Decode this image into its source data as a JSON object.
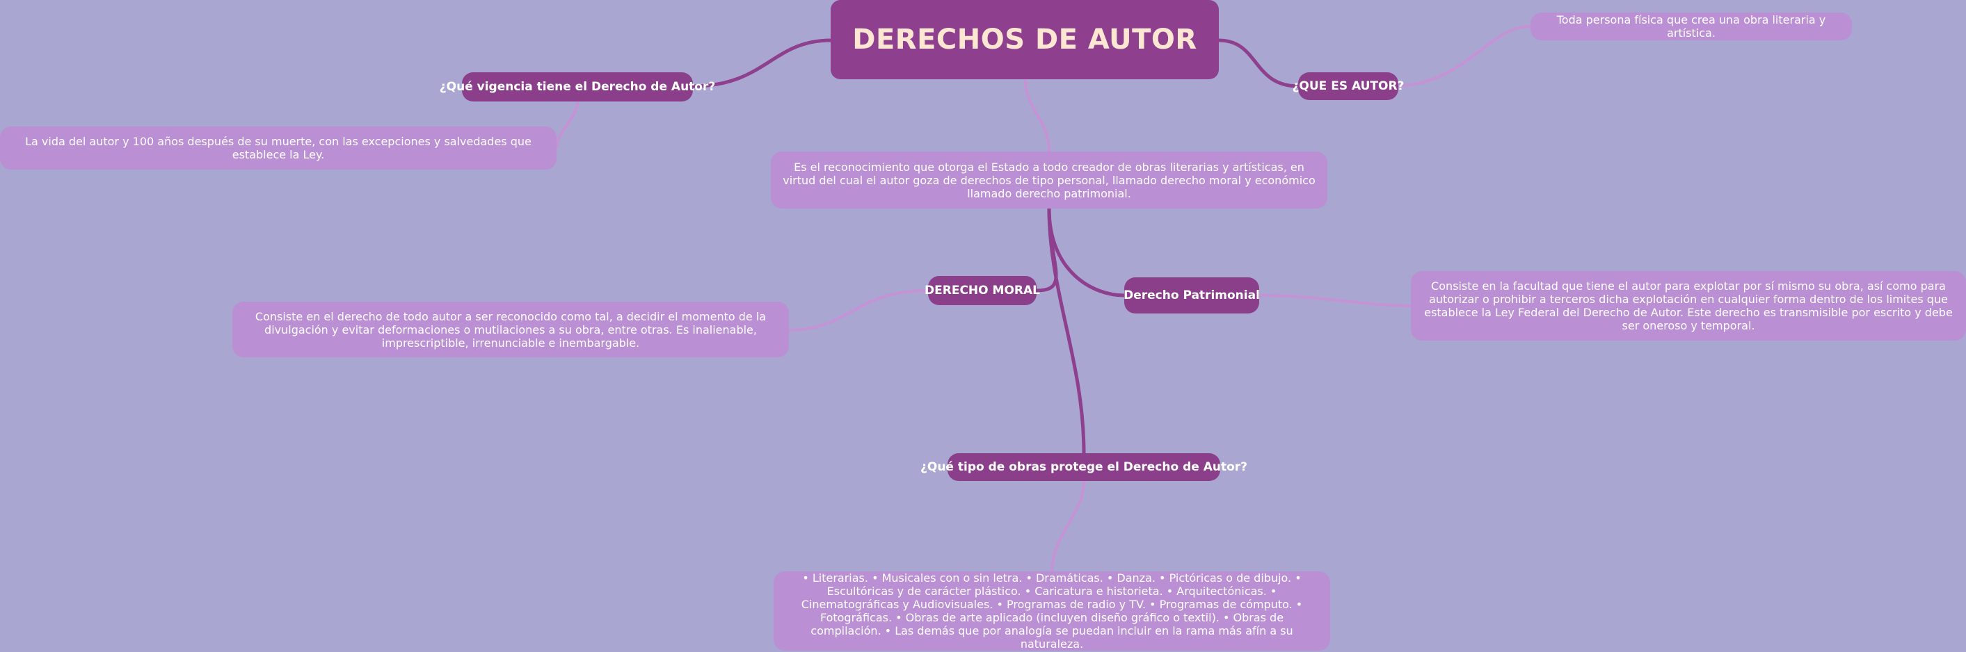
{
  "colors": {
    "background": "#a9a6d2",
    "main_fill": "#8e3f8d",
    "main_text": "#fde7d2",
    "topic_fill": "#8b3f8b",
    "desc_fill": "#bb8fd3",
    "strong_link": "#8e3f8d",
    "soft_link": "#c592d6"
  },
  "map": {
    "title": "DERECHOS DE AUTOR",
    "definition": "Es el reconocimiento que otorga el Estado a todo creador de obras literarias y artísticas, en virtud del cual el autor goza de derechos de tipo personal, llamado derecho moral y económico llamado derecho patrimonial.",
    "que_es_autor": {
      "label": "¿QUE ES AUTOR?",
      "answer": "Toda persona física que crea una obra literaria y artística."
    },
    "vigencia": {
      "label": "¿Qué vigencia tiene el Derecho de Autor?",
      "answer": "La vida del autor y 100 años después de su muerte, con las excepciones y salvedades que establece la Ley."
    },
    "derecho_moral": {
      "label": "DERECHO MORAL",
      "answer": "Consiste en el derecho de todo autor a ser reconocido como tal, a decidir el momento de la divulgación y evitar deformaciones o mutilaciones a su obra, entre otras. Es inalienable, imprescriptible, irrenunciable e inembargable."
    },
    "derecho_patrimonial": {
      "label": "Derecho Patrimonial",
      "answer": "Consiste en la facultad que tiene el autor para explotar por sí mismo su obra, así como para autorizar o prohibir a terceros dicha explotación en cualquier forma dentro de los limites que establece la Ley Federal del Derecho de Autor. Este derecho es transmisible por escrito y debe ser oneroso y temporal."
    },
    "tipos_obras": {
      "label": "¿Qué tipo de obras protege el Derecho de Autor?",
      "answer": "• Literarias. • Musicales con o sin letra. • Dramáticas. • Danza. • Pictóricas o de dibujo. • Escultóricas y de carácter plástico. • Caricatura e historieta. • Arquitectónicas. • Cinematográficas y Audiovisuales. • Programas de radio y TV. • Programas de cómputo. • Fotográficas. • Obras de arte aplicado (incluyen diseño gráfico o textil). • Obras de compilación. • Las demás que por analogía se puedan incluir en la rama más afín a su naturaleza."
    }
  }
}
